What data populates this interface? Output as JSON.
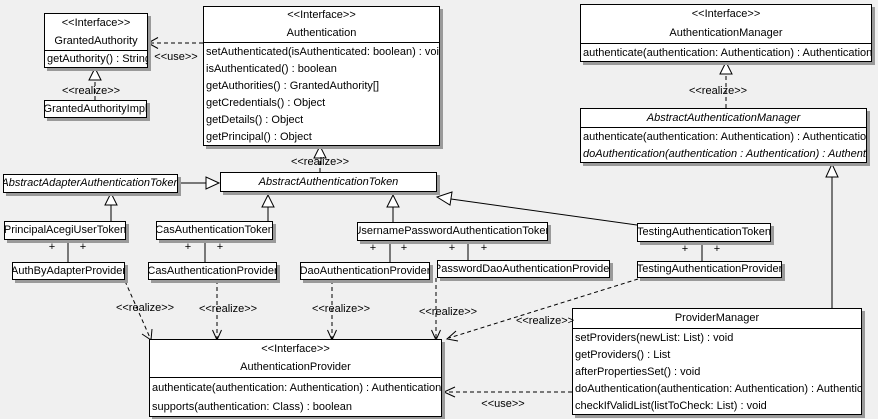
{
  "colors": {
    "background": "#f0f0f0",
    "box_fill": "#ffffff",
    "box_border": "#000000",
    "box_shadow": "#9a9a9a",
    "line": "#000000"
  },
  "connectors": {
    "use_label": "<<use>>",
    "realize_label": "<<realize>>",
    "plus_label": "+"
  },
  "classes": {
    "granted_authority": {
      "stereotype": "<<Interface>>",
      "name": "GrantedAuthority",
      "methods": [
        "getAuthority() : String"
      ]
    },
    "granted_authority_impl": {
      "name": "GrantedAuthorityImpl"
    },
    "authentication": {
      "stereotype": "<<Interface>>",
      "name": "Authentication",
      "methods": [
        "setAuthenticated(isAuthenticated: boolean) : void",
        "isAuthenticated() : boolean",
        "getAuthorities() : GrantedAuthority[]",
        "getCredentials() : Object",
        "getDetails() : Object",
        "getPrincipal() : Object"
      ]
    },
    "authentication_manager": {
      "stereotype": "<<Interface>>",
      "name": "AuthenticationManager",
      "methods": [
        "authenticate(authentication: Authentication) : Authentication"
      ]
    },
    "abstract_authentication_manager": {
      "name": "AbstractAuthenticationManager",
      "methods": [
        "authenticate(authentication: Authentication) : Authentication",
        "doAuthentication(authentication : Authentication) : Authentication"
      ]
    },
    "abstract_adapter_authentication_token": {
      "name": "AbstractAdapterAuthenticationToken"
    },
    "abstract_authentication_token": {
      "name": "AbstractAuthenticationToken"
    },
    "principal_acegi_user_token": {
      "name": "PrincipalAcegiUserToken"
    },
    "cas_authentication_token": {
      "name": "CasAuthenticationToken"
    },
    "username_password_authentication_token": {
      "name": "UsernamePasswordAuthenticationToken"
    },
    "testing_authentication_token": {
      "name": "TestingAuthenticationToken"
    },
    "auth_by_adapter_provider": {
      "name": "AuthByAdapterProvider"
    },
    "cas_authentication_provider": {
      "name": "CasAuthenticationProvider"
    },
    "dao_authentication_provider": {
      "name": "DaoAuthenticationProvider"
    },
    "password_dao_authentication_provider": {
      "name": "PasswordDaoAuthenticationProvider"
    },
    "testing_authentication_provider": {
      "name": "TestingAuthenticationProvider"
    },
    "authentication_provider": {
      "stereotype": "<<Interface>>",
      "name": "AuthenticationProvider",
      "methods": [
        "authenticate(authentication: Authentication) : Authentication",
        "supports(authentication: Class) : boolean"
      ]
    },
    "provider_manager": {
      "name": "ProviderManager",
      "methods": [
        "setProviders(newList: List) : void",
        "getProviders() : List",
        "afterPropertiesSet() : void",
        "doAuthentication(authentication: Authentication) : Authentication",
        "checkIfValidList(listToCheck: List) : void"
      ]
    }
  }
}
